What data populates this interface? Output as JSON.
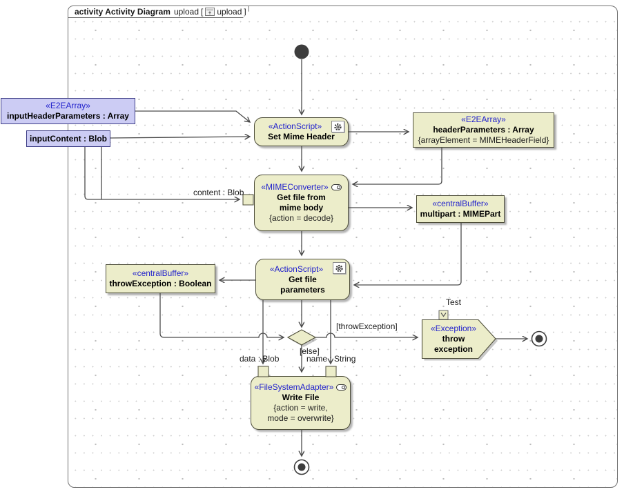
{
  "tab": {
    "title_bold": "activity Activity Diagram",
    "name": "upload",
    "open_bracket": "[",
    "ref_name": "upload",
    "close_bracket": "]"
  },
  "nodes": {
    "inputHeaderParameters": {
      "stereotype": "«E2EArray»",
      "name": "inputHeaderParameters : Array"
    },
    "inputContent": {
      "name": "inputContent : Blob"
    },
    "setMimeHeader": {
      "stereotype": "«ActionScript»",
      "name": "Set Mime Header"
    },
    "headerParameters": {
      "stereotype": "«E2EArray»",
      "name": "headerParameters : Array",
      "constraint": "{arrayElement = MIMEHeaderField}"
    },
    "mimeConverter": {
      "stereotype": "«MIMEConverter»",
      "name": "Get file from\nmime body",
      "constraint": "{action = decode}"
    },
    "multipart": {
      "stereotype": "«centralBuffer»",
      "name": "multipart : MIMEPart"
    },
    "getFileParameters": {
      "stereotype": "«ActionScript»",
      "name": "Get file\nparameters"
    },
    "throwExceptionBuffer": {
      "stereotype": "«centralBuffer»",
      "name": "throwException : Boolean"
    },
    "throwExceptionSignal": {
      "stereotype": "«Exception»",
      "name": "throw\nexception",
      "annotation": "Test"
    },
    "writeFile": {
      "stereotype": "«FileSystemAdapter»",
      "name": "Write File",
      "constraint": "{action = write,\nmode = overwrite}"
    }
  },
  "edge_labels": {
    "content": "content : Blob",
    "data": "data : Blob",
    "name": "name : String",
    "guard_throw": "[throwException]",
    "guard_else": "[else]"
  },
  "colors": {
    "node_fill": "#ecedca",
    "object_fill": "#ccccf4",
    "stereotype_text": "#2222cc",
    "line": "#4a4a4a"
  }
}
